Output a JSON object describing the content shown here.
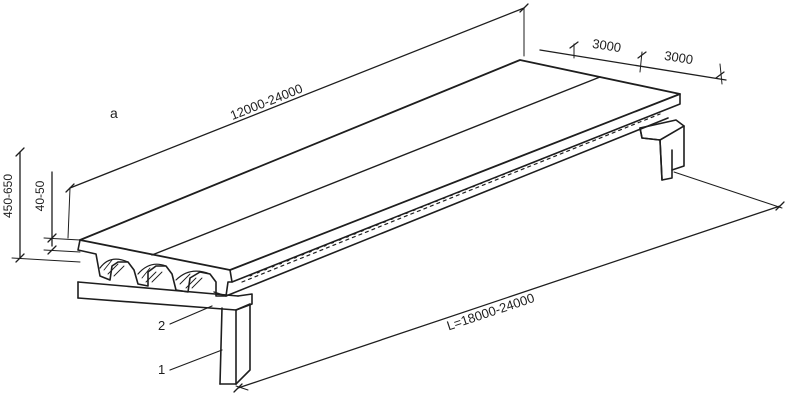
{
  "figure": {
    "panel_label": "а",
    "dimensions": {
      "slab_length": "12000-24000",
      "slab_width_1": "3000",
      "slab_width_2": "3000",
      "span": "L=18000-24000",
      "beam_height": "450-650",
      "flange_thickness": "40-50"
    },
    "callouts": {
      "beam": "2",
      "column": "1"
    }
  },
  "colors": {
    "ink": "#1e1e1e",
    "background": "#ffffff"
  }
}
